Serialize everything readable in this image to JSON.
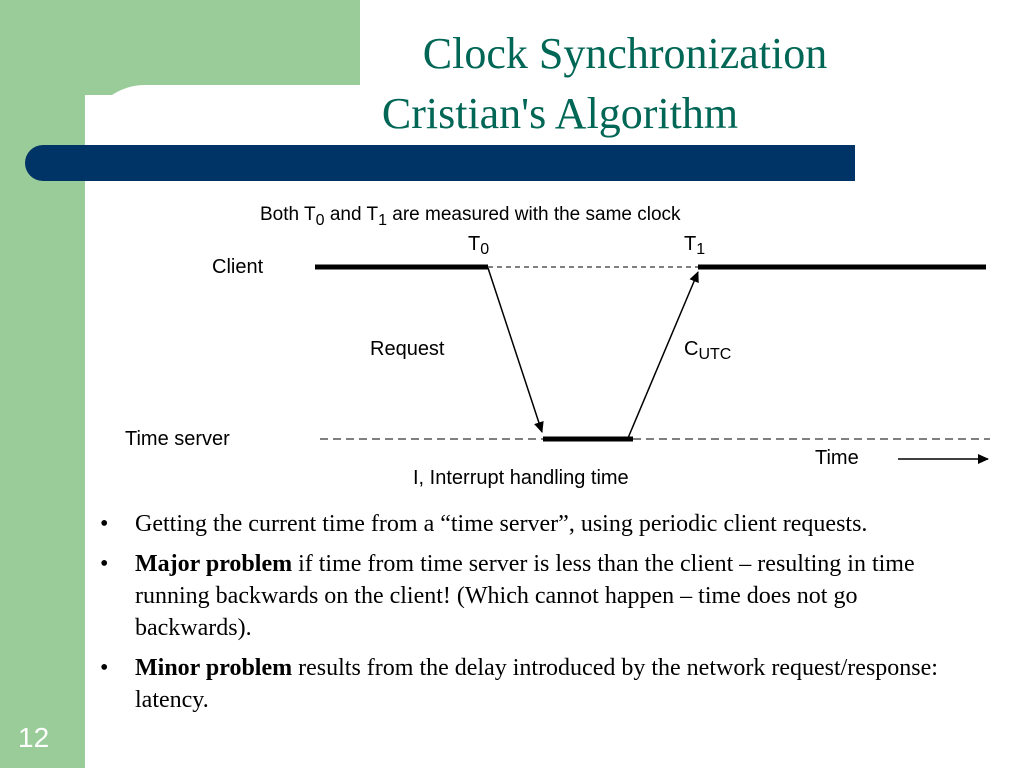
{
  "slide": {
    "title_line1": "Clock Synchronization",
    "title_line2": "Cristian's Algorithm",
    "page_number": "12",
    "colors": {
      "green": "#99cc99",
      "navy": "#003366",
      "title": "#006655"
    }
  },
  "diagram": {
    "caption_prefix": "Both T",
    "caption_sub0": "0",
    "caption_mid": " and T",
    "caption_sub1": "1",
    "caption_suffix": "  are measured with the same clock",
    "client_label": "Client",
    "server_label": "Time server",
    "t0_main": "T",
    "t0_sub": "0",
    "t1_main": "T",
    "t1_sub": "1",
    "request_label": "Request",
    "cutc_main": "C",
    "cutc_sub": "UTC",
    "interrupt_label": "I, Interrupt handling time",
    "time_label": "Time"
  },
  "bullets": [
    {
      "bold": "",
      "text": "Getting the current time from a “time server”, using periodic client requests."
    },
    {
      "bold": "Major problem",
      "text": " if time from time server is less than the client – resulting in time running backwards on the client!  (Which cannot happen – time does not go backwards)."
    },
    {
      "bold": "Minor problem",
      "text": " results from the delay introduced by the network request/response: latency."
    }
  ]
}
